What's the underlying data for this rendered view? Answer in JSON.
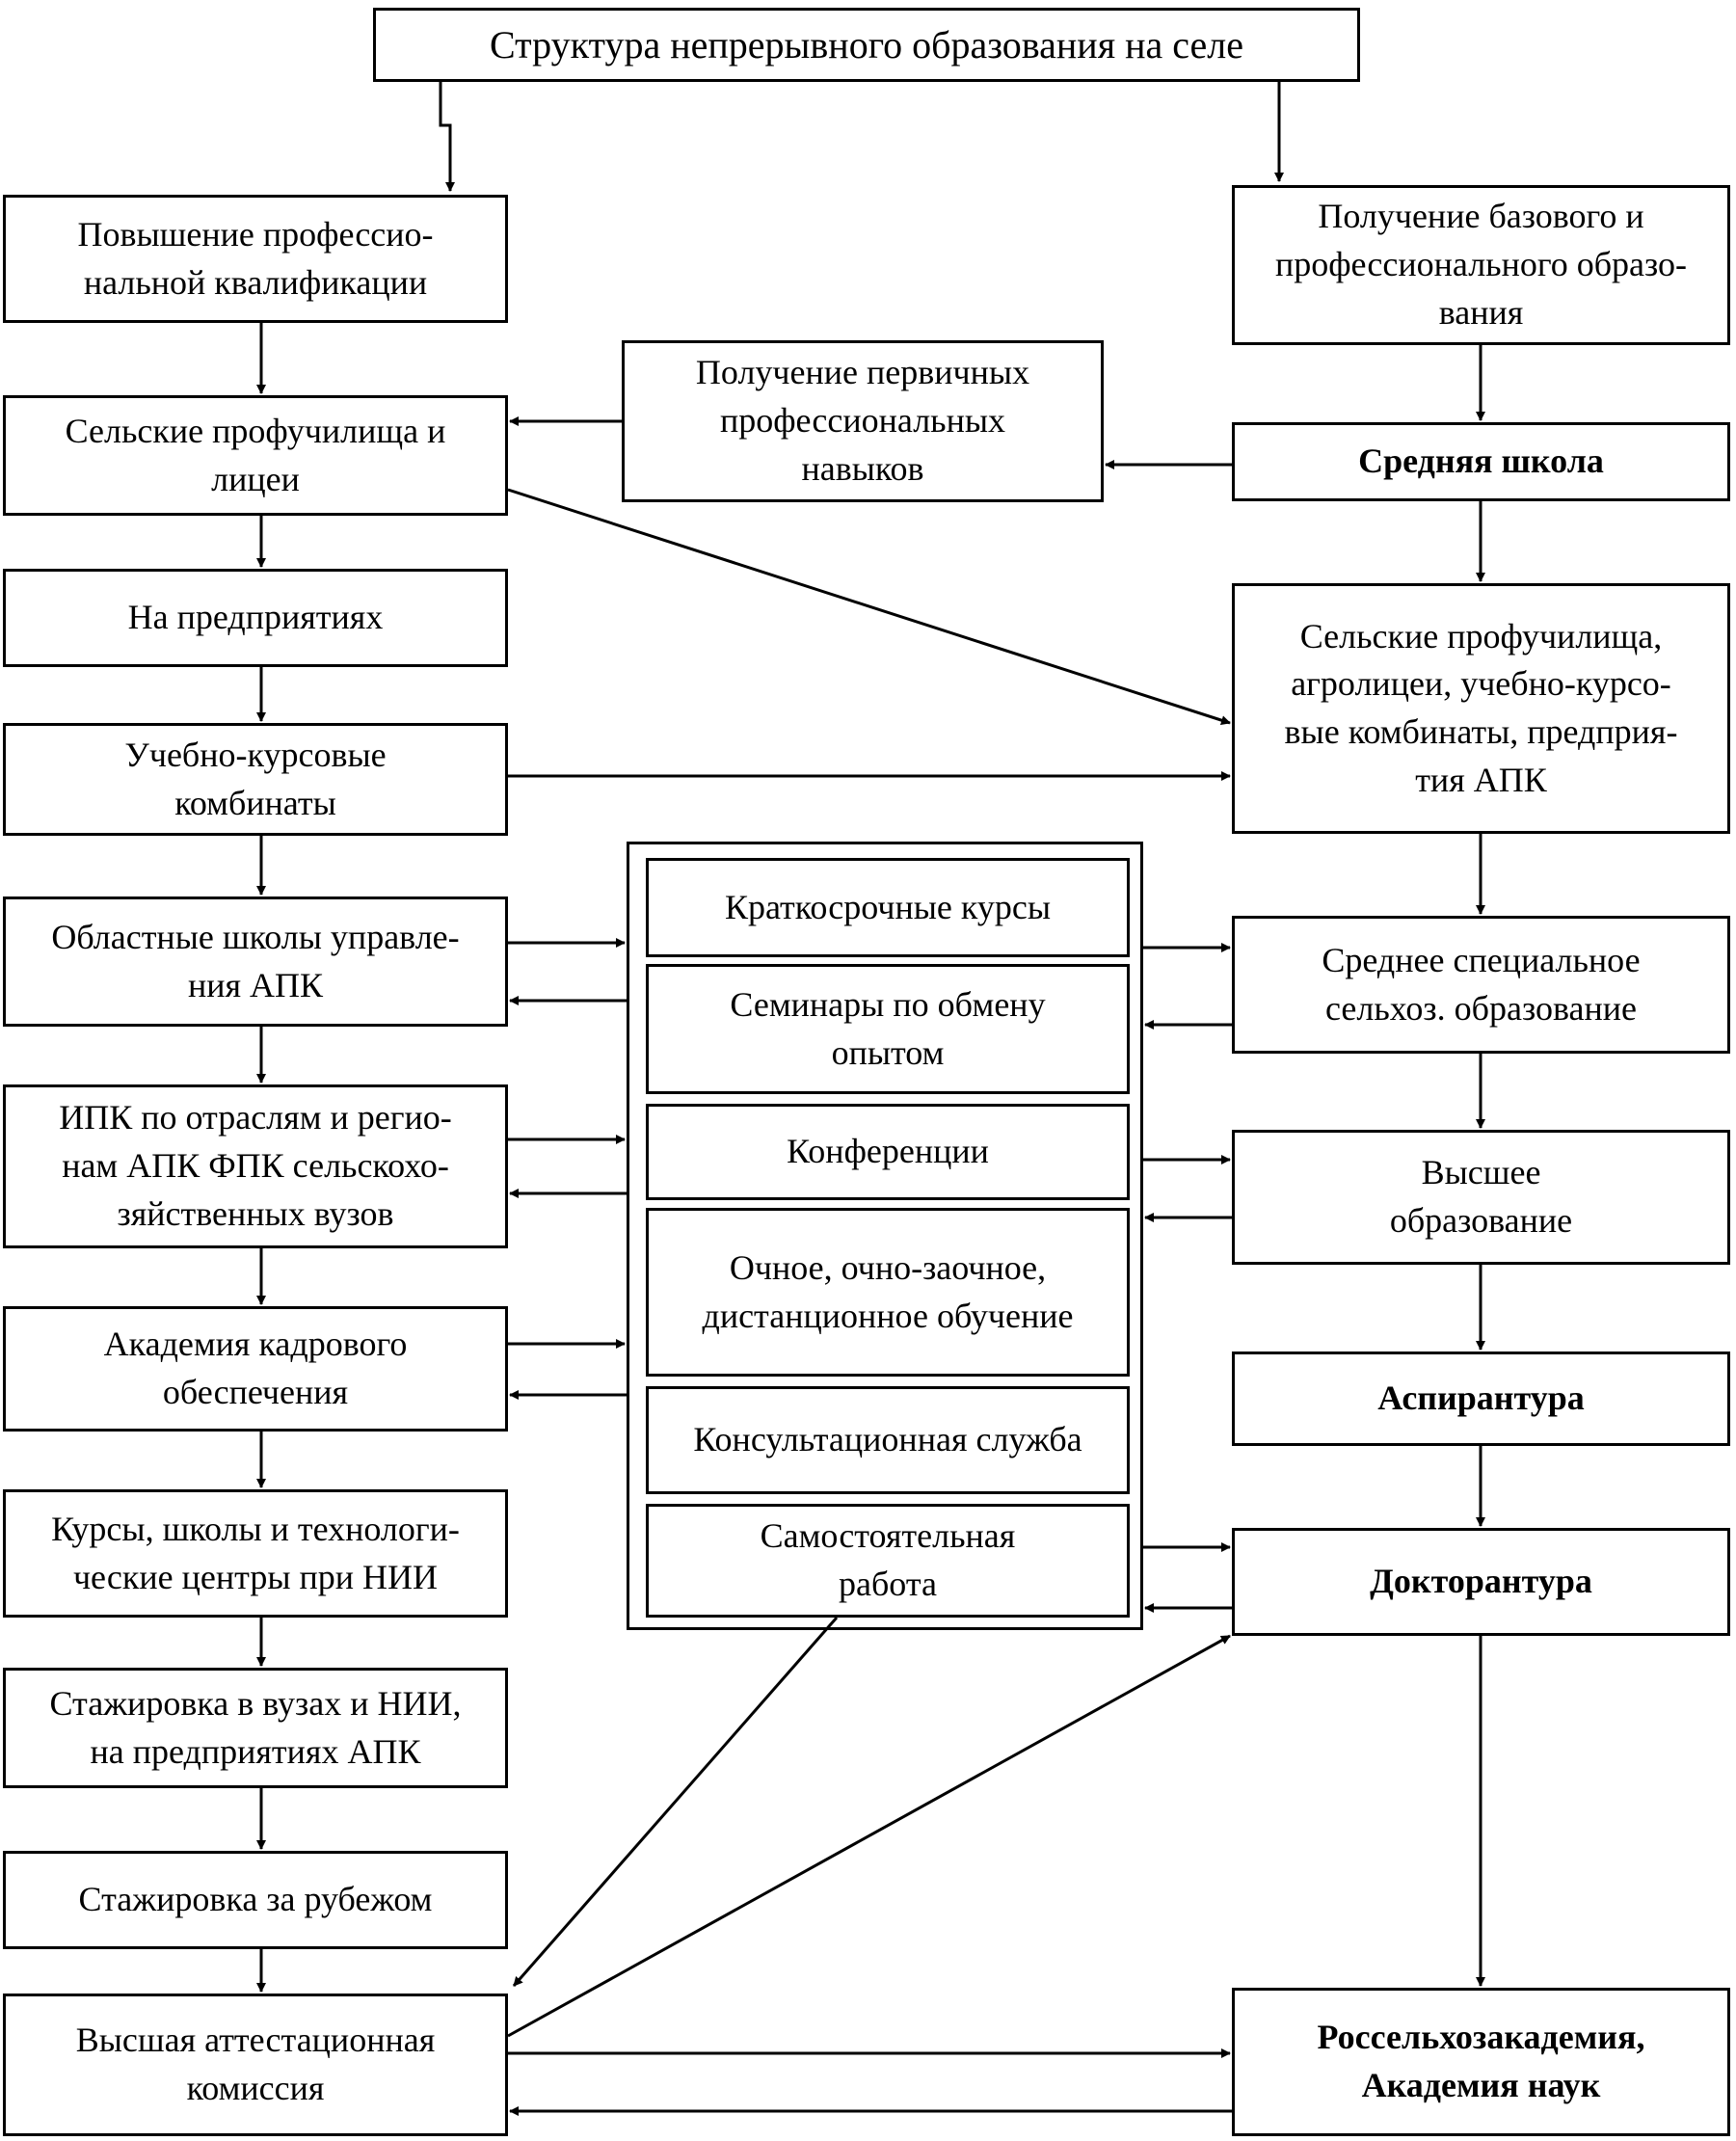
{
  "title": "Структура непрерывного образования на селе",
  "left": {
    "header": "Повышение профессио-\nнальной квалификации",
    "items": [
      "Сельские профучилища и\nлицеи",
      "На предприятиях",
      "Учебно-курсовые\nкомбинаты",
      "Областные школы управле-\nния АПК",
      "ИПК по отраслям и регио-\nнам АПК ФПК сельскохо-\nзяйственных вузов",
      "Академия кадрового\nобеспечения",
      "Курсы, школы и технологи-\nческие центры при НИИ",
      "Стажировка в вузах и НИИ,\nна предприятиях АПК",
      "Стажировка за рубежом",
      "Высшая аттестационная\nкомиссия"
    ]
  },
  "middle_top": "Получение первичных\nпрофессиональных\nнавыков",
  "middle": {
    "items": [
      "Краткосрочные курсы",
      "Семинары по обмену\nопытом",
      "Конференции",
      "Очное, очно-заочное,\nдистанционное обучение",
      "Консультационная служба",
      "Самостоятельная\nработа"
    ]
  },
  "right": {
    "header": "Получение базового и\nпрофессионального образо-\nвания",
    "items": [
      "Средняя школа",
      "Сельские профучилища,\nагролицеи, учебно-курсо-\nвые комбинаты, предприя-\nтия АПК",
      "Среднее специальное\nсельхоз. образование",
      "Высшее\nобразование",
      "Аспирантура",
      "Докторантура",
      "Россельхозакадемия,\nАкадемия наук"
    ]
  }
}
